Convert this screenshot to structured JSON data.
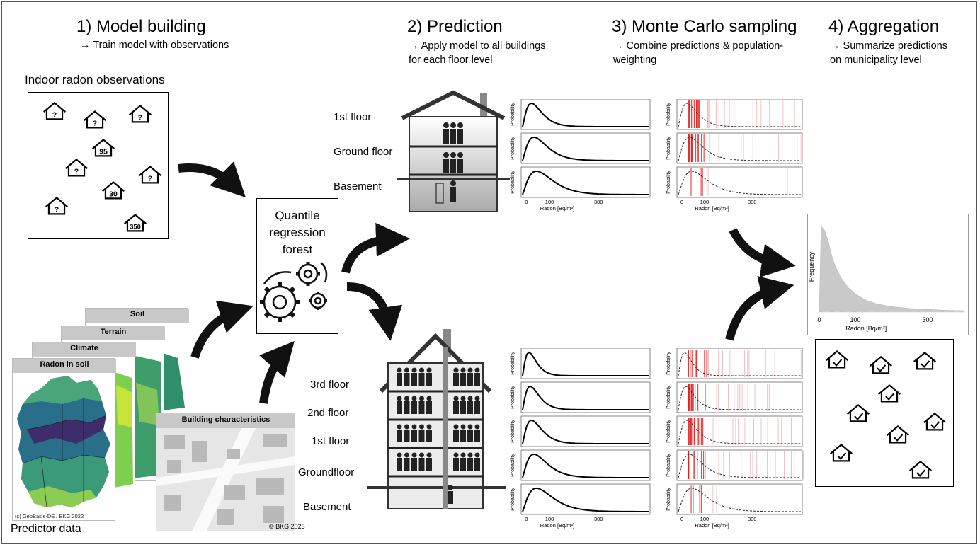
{
  "steps": [
    {
      "title": "1)   Model building",
      "subtitle": "→ Train model with observations"
    },
    {
      "title": "2) Prediction",
      "subtitle_l1": "→ Apply model to all buildings",
      "subtitle_l2": "for each floor level"
    },
    {
      "title": "3) Monte Carlo sampling",
      "subtitle_l1": "→ Combine predictions & population-",
      "subtitle_l2": "weighting"
    },
    {
      "title": "4) Aggregation",
      "subtitle_l1": "→ Summarize predictions",
      "subtitle_l2": "on municipality level"
    }
  ],
  "observations": {
    "title": "Indoor radon observations",
    "house_labels": [
      "?",
      "?",
      "?",
      "95",
      "?",
      "?",
      "30",
      "?",
      "350"
    ]
  },
  "model": {
    "line1": "Quantile",
    "line2": "regression",
    "line3": "forest"
  },
  "predictors": {
    "maps": [
      "Soil",
      "Terrain",
      "Climate",
      "Radon in soil"
    ],
    "building_tab": "Building characteristics",
    "label": "Predictor data",
    "map_credit": "(c) GeoBasis-DE / BKG 2022",
    "credit": "© BKG 2023"
  },
  "house1_floors": [
    "1st floor",
    "Ground floor",
    "Basement"
  ],
  "house2_floors": [
    "3rd floor",
    "2nd floor",
    "1st floor",
    "Groundfloor",
    "Basement"
  ],
  "plot_labels": {
    "ylabel": "Probability",
    "xlabel": "Radon [Bq/m³]",
    "xticks": [
      "0",
      "100",
      "300"
    ]
  },
  "aggregation": {
    "ylabel": "Frequency",
    "xlabel": "Radon [Bq/m³]",
    "xticks": [
      "0",
      "100",
      "300"
    ]
  },
  "chart_data": {
    "type": "area",
    "ylabel": "Frequency",
    "xlabel": "Radon [Bq/m³]",
    "xlim": [
      0,
      400
    ],
    "x": [
      5,
      15,
      25,
      35,
      45,
      60,
      80,
      100,
      130,
      160,
      200,
      250,
      300,
      350,
      400
    ],
    "values": [
      0.95,
      0.9,
      0.78,
      0.62,
      0.5,
      0.38,
      0.27,
      0.2,
      0.13,
      0.09,
      0.06,
      0.04,
      0.03,
      0.02,
      0.015
    ]
  }
}
